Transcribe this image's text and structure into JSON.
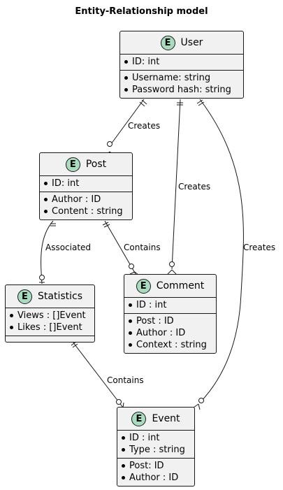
{
  "title": "Entity-Relationship model",
  "entity_badge": "E",
  "entities": {
    "user": {
      "name": "User",
      "keys": [
        "ID: int"
      ],
      "fields": [
        "Username: string",
        "Password hash: string"
      ]
    },
    "post": {
      "name": "Post",
      "keys": [
        "ID: int"
      ],
      "fields": [
        "Author : ID",
        "Content : string"
      ]
    },
    "statistics": {
      "name": "Statistics",
      "keys": [
        "Views : []Event",
        "Likes : []Event"
      ],
      "fields": []
    },
    "comment": {
      "name": "Comment",
      "keys": [
        "ID : int"
      ],
      "fields": [
        "Post : ID",
        "Author : ID",
        "Context : string"
      ]
    },
    "event": {
      "name": "Event",
      "keys": [
        "ID : int",
        "Type : string"
      ],
      "fields": [
        "Post: ID",
        "Author : ID"
      ]
    }
  },
  "relationships": [
    {
      "from": "User",
      "to": "Post",
      "label": "Creates"
    },
    {
      "from": "User",
      "to": "Comment",
      "label": "Creates"
    },
    {
      "from": "User",
      "to": "Event",
      "label": "Creates"
    },
    {
      "from": "Post",
      "to": "Statistics",
      "label": "Associated"
    },
    {
      "from": "Post",
      "to": "Comment",
      "label": "Contains"
    },
    {
      "from": "Statistics",
      "to": "Event",
      "label": "Contains"
    }
  ]
}
